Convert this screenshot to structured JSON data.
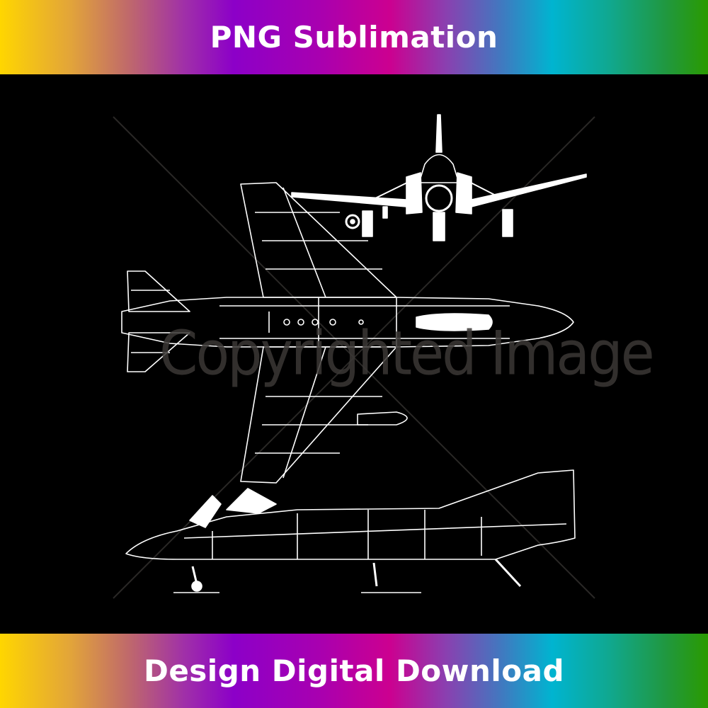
{
  "header": {
    "title": "PNG Sublimation"
  },
  "footer": {
    "title": "Design Digital Download"
  },
  "artwork": {
    "subject": "Three-view blueprint line drawing of a twin-engine jet fighter (front, top, side views)",
    "background_color": "#000000",
    "line_color": "#ffffff",
    "watermark": "Copyrighted Image"
  },
  "colors": {
    "gradient": [
      "#ffd600",
      "#c06a6a",
      "#8c00c8",
      "#cc0090",
      "#00b4d0",
      "#2a9a00"
    ],
    "text": "#ffffff"
  }
}
